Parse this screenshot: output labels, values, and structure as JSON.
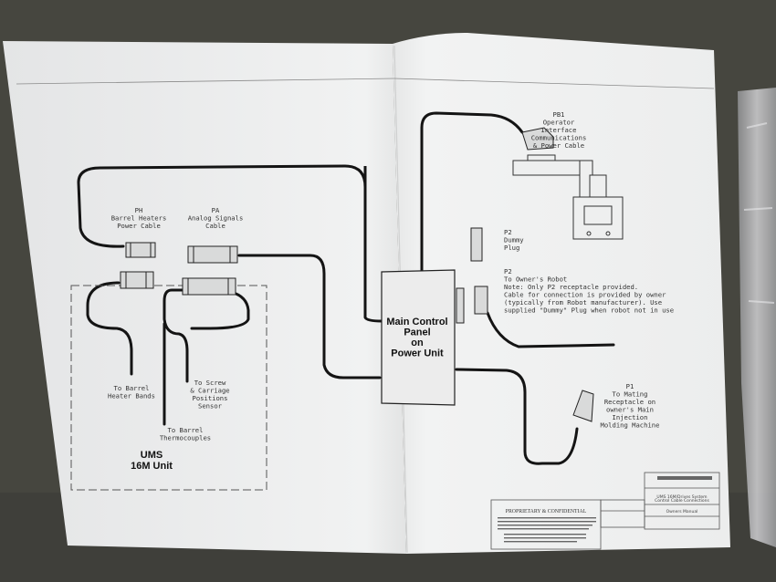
{
  "labels": {
    "pb_lines": [
      "PB1",
      "Operator",
      "Interface",
      "Communications",
      "& Power Cable"
    ],
    "ph_lines": [
      "PH",
      "Barrel Heaters",
      "Power Cable"
    ],
    "pa_lines": [
      "PA",
      "Analog Signals",
      "Cable"
    ],
    "p2_dummy_lines": [
      "P2",
      "Dummy",
      "Plug"
    ],
    "p2_robot_lines": [
      "P2",
      "To Owner's Robot",
      "Note: Only P2 receptacle provided.",
      "Cable for connection is provided by owner",
      "(typically from Robot manufacturer). Use",
      "supplied \"Dummy\" Plug when robot not in use"
    ],
    "main_panel_lines": [
      "Main Control",
      "Panel",
      "on",
      "Power Unit"
    ],
    "barrel_heater_lines": [
      "To Barrel",
      "Heater Bands"
    ],
    "screw_lines": [
      "To Screw",
      "& Carriage",
      "Positions",
      "Sensor"
    ],
    "thermo_lines": [
      "To Barrel",
      "Thermocouples"
    ],
    "ums_lines": [
      "UMS",
      "16M Unit"
    ],
    "p1_lines": [
      "P1",
      "To Mating",
      "Receptacle on",
      "owner's Main",
      "Injection",
      "Molding Machine"
    ]
  },
  "title_block": {
    "proprietary": "PROPRIETARY & CONFIDENTIAL",
    "doc_title": "Control Cable Connections",
    "series": "UMS 16M/Drives System",
    "part": "Owners Manual"
  }
}
